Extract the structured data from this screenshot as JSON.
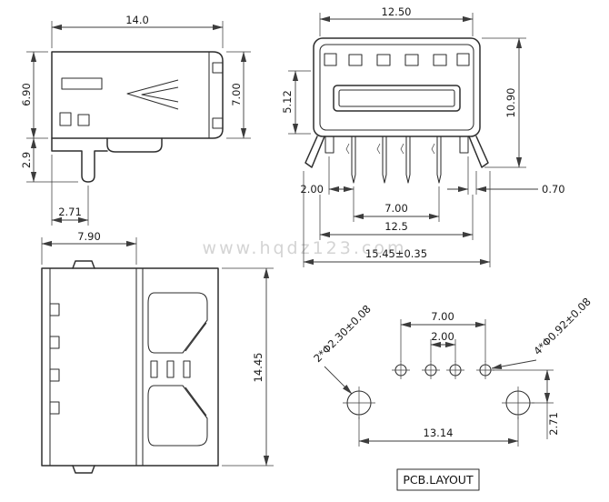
{
  "watermark": "www.hqdz123.com",
  "views": {
    "side": {
      "dim_width": "14.0",
      "dim_height": "7.00",
      "dim_body_height": "6.90",
      "dim_leg_height": "2.9",
      "dim_pin_offset": "2.71"
    },
    "front": {
      "dim_top_width": "12.50",
      "dim_tongue_height": "5.12",
      "dim_total_height": "10.90",
      "dim_pin_left": "2.00",
      "dim_pin_right": "0.70",
      "dim_pin_span": "7.00",
      "dim_leg_span": "12.5",
      "dim_total_width": "15.45±0.35"
    },
    "top": {
      "dim_width": "7.90",
      "dim_height": "14.45"
    },
    "pcb": {
      "dim_pin_span": "7.00",
      "dim_pin_pitch": "2.00",
      "dim_mount_span": "13.14",
      "dim_row_offset": "2.71",
      "label_mount_holes": "2*Φ2.30±0.08",
      "label_pin_holes": "4*Φ0.92±0.08",
      "title": "PCB.LAYOUT"
    }
  }
}
